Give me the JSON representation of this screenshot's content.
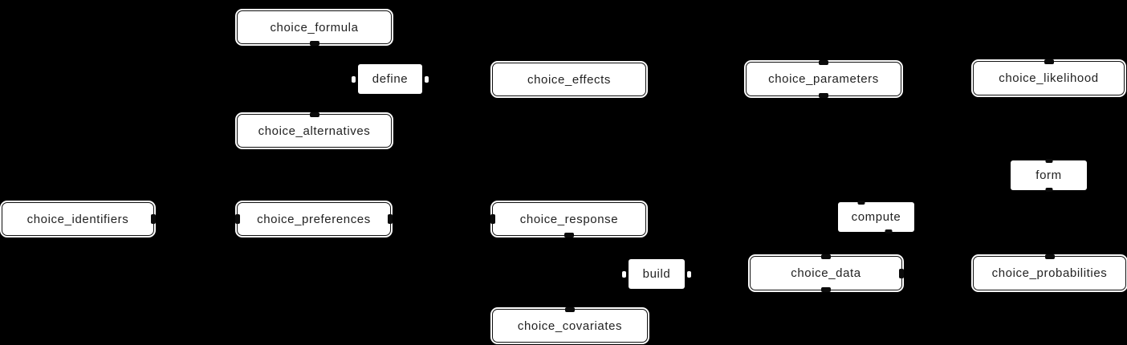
{
  "diagram": {
    "type": "flowchart",
    "background_color": "#000000",
    "node_fill_color": "#ffffff",
    "node_border_color": "#101010",
    "text_color": "#222222",
    "nodes": [
      {
        "id": "choice_formula",
        "label": "choice_formula"
      },
      {
        "id": "choice_effects",
        "label": "choice_effects"
      },
      {
        "id": "choice_parameters",
        "label": "choice_parameters"
      },
      {
        "id": "choice_likelihood",
        "label": "choice_likelihood"
      },
      {
        "id": "choice_alternatives",
        "label": "choice_alternatives"
      },
      {
        "id": "choice_identifiers",
        "label": "choice_identifiers"
      },
      {
        "id": "choice_preferences",
        "label": "choice_preferences"
      },
      {
        "id": "choice_response",
        "label": "choice_response"
      },
      {
        "id": "choice_data",
        "label": "choice_data"
      },
      {
        "id": "choice_probabilities",
        "label": "choice_probabilities"
      },
      {
        "id": "choice_covariates",
        "label": "choice_covariates"
      }
    ],
    "edge_labels": [
      {
        "id": "define",
        "label": "define"
      },
      {
        "id": "form",
        "label": "form"
      },
      {
        "id": "compute",
        "label": "compute"
      },
      {
        "id": "build",
        "label": "build"
      }
    ]
  }
}
